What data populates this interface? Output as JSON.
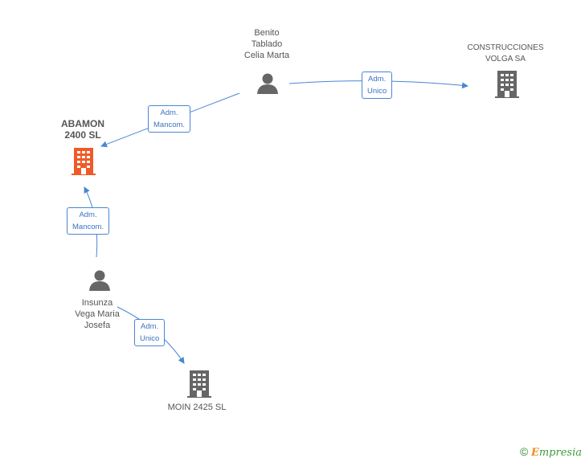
{
  "nodes": {
    "benito": {
      "line1": "Benito",
      "line2": "Tablado",
      "line3": "Celia Marta",
      "icon": "person-icon"
    },
    "construcciones": {
      "line1": "CONSTRUCCIONES",
      "line2": "VOLGA SA",
      "icon": "building-icon"
    },
    "abamon": {
      "line1": "ABAMON",
      "line2": "2400 SL",
      "icon": "building-icon",
      "color": "#f05a28"
    },
    "insunza": {
      "line1": "Insunza",
      "line2": "Vega Maria",
      "line3": "Josefa",
      "icon": "person-icon"
    },
    "moin": {
      "line1": "MOIN 2425 SL",
      "icon": "building-icon"
    }
  },
  "edges": {
    "benito_construcciones": {
      "line1": "Adm.",
      "line2": "Unico"
    },
    "benito_abamon": {
      "line1": "Adm.",
      "line2": "Mancom."
    },
    "insunza_abamon": {
      "line1": "Adm.",
      "line2": "Mancom."
    },
    "insunza_moin": {
      "line1": "Adm.",
      "line2": "Unico"
    }
  },
  "colors": {
    "edge": "#4a86d4",
    "node": "#666666",
    "highlight": "#f05a28"
  },
  "brand": {
    "copyright": "©",
    "e": "E",
    "rest": "mpresia"
  }
}
